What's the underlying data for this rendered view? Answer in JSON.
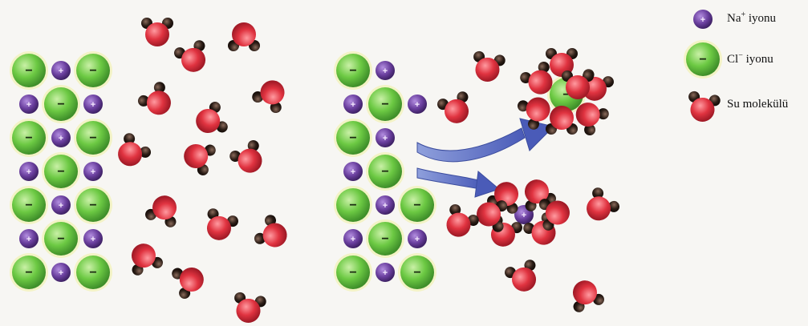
{
  "colors": {
    "sodium": "#6a3f9e",
    "chloride": "#5fc23f",
    "oxygen": "#e03340",
    "hydrogen": "#2b1d16",
    "arrow": "#5c6fc4"
  },
  "ion_symbols": {
    "sodium": "+",
    "chloride": "−"
  },
  "legend": {
    "sodium": {
      "name": "Na",
      "charge": "+",
      "suffix": " iyonu"
    },
    "chloride": {
      "name": "Cl",
      "charge": "−",
      "suffix": " iyonu"
    },
    "water": {
      "label": "Su molekülü"
    }
  }
}
